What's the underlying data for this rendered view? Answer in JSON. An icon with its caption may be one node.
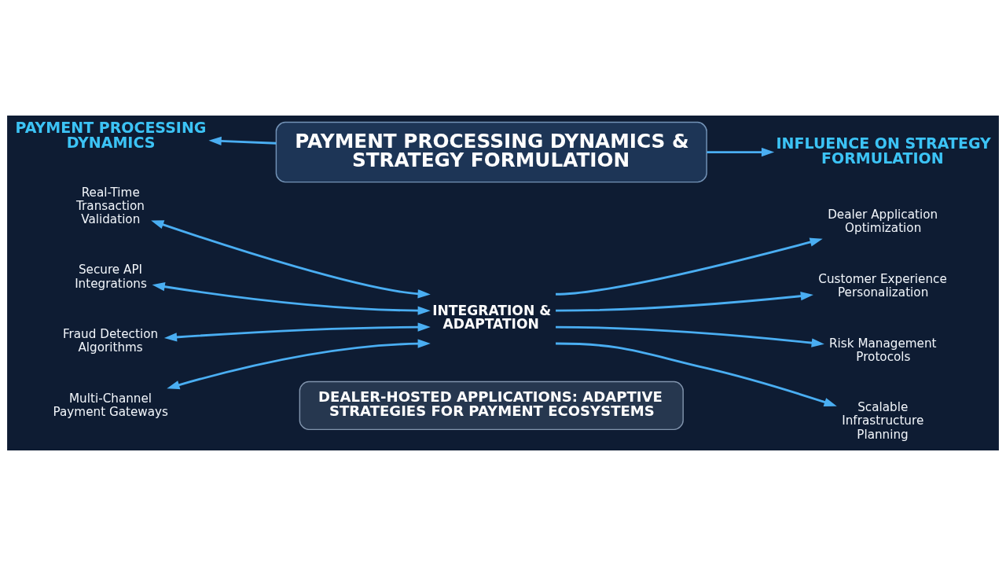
{
  "diagram": {
    "nodes": [
      {
        "text": [
          "PAYMENT PROCESSING DYNAMICS & STRATEGY FORMULATION"
        ]
      },
      {
        "text": [
          "PAYMENT PROCESSING DYNAMICS"
        ]
      },
      {
        "text": [
          "INFLUENCE ON STRATEGY FORMULATION"
        ]
      },
      {
        "text": [
          "Real-Time Transaction Validation"
        ]
      },
      {
        "text": [
          "Secure API Integrations"
        ]
      },
      {
        "text": [
          "Fraud Detection Algorithms"
        ]
      },
      {
        "text": [
          "Multi-Channel Payment Gateways"
        ]
      },
      {
        "text": [
          "INTEGRATION & ADAPTATION"
        ]
      },
      {
        "text": [
          "Dealer Application Optimization"
        ]
      },
      {
        "text": [
          "Customer Experience Personalization"
        ]
      },
      {
        "text": [
          "Risk Management Protocols"
        ]
      },
      {
        "text": [
          "Scalable Infrastructure Planning"
        ]
      },
      {
        "text": [
          "DEALER-HOSTED APPLICATIONS: ADAPTIVE STRATEGIES FOR PAYMENT ECOSYSTEMS"
        ]
      }
    ],
    "edges": [
      {
        "from": 0,
        "to": 1,
        "arrow": "to"
      },
      {
        "from": 0,
        "to": 2,
        "arrow": "to"
      },
      {
        "from": 3,
        "to": 7,
        "arrow": "both"
      },
      {
        "from": 4,
        "to": 7,
        "arrow": "both"
      },
      {
        "from": 5,
        "to": 7,
        "arrow": "both"
      },
      {
        "from": 6,
        "to": 7,
        "arrow": "both"
      },
      {
        "from": 7,
        "to": 8,
        "arrow": "to"
      },
      {
        "from": 7,
        "to": 9,
        "arrow": "to"
      },
      {
        "from": 7,
        "to": 10,
        "arrow": "to"
      },
      {
        "from": 7,
        "to": 11,
        "arrow": "to"
      }
    ]
  }
}
